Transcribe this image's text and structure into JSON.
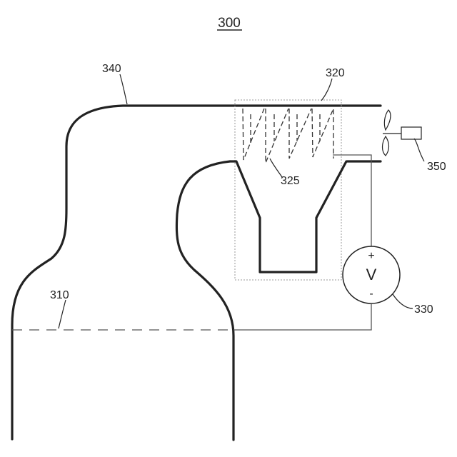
{
  "figure": {
    "number": "300"
  },
  "labels": {
    "body": "310",
    "collector": "320",
    "electrodes": "325",
    "voltage_source": "330",
    "duct": "340",
    "fan": "350"
  },
  "voltage_source": {
    "symbol": "V",
    "plus": "+",
    "minus": "-"
  },
  "colors": {
    "line": "#222222",
    "thin_line": "#555555",
    "dotted_box": "#9a9a9a"
  }
}
